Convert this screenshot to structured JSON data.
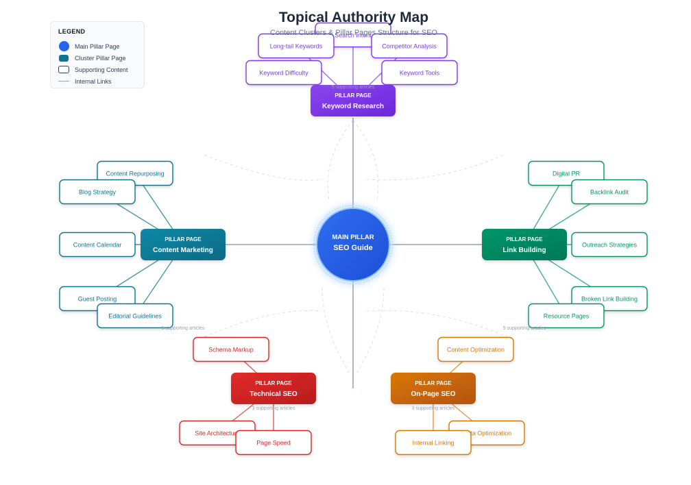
{
  "header": {
    "title": "Topical Authority Map",
    "subtitle": "Content Clusters & Pillar Pages Structure for SEO"
  },
  "legend": {
    "title": "LEGEND",
    "items": [
      "Main Pillar Page",
      "Cluster Pillar Page",
      "Supporting Content",
      "Internal Links"
    ]
  },
  "main_pillar": {
    "label": "MAIN PILLAR",
    "name": "SEO Guide",
    "color": "#2563eb"
  },
  "clusters": [
    {
      "id": "keyword-research",
      "label": "PILLAR PAGE",
      "name": "Keyword Research",
      "count_label": "5 supporting articles",
      "color": "#7c3aed",
      "supports": [
        "Search Intent",
        "Long-tail Keywords",
        "Competitor Analysis",
        "Keyword Difficulty",
        "Keyword Tools"
      ]
    },
    {
      "id": "content-marketing",
      "label": "PILLAR PAGE",
      "name": "Content Marketing",
      "count_label": "5 supporting articles",
      "color": "#0e7490",
      "supports": [
        "Content Repurposing",
        "Blog Strategy",
        "Content Calendar",
        "Guest Posting",
        "Editorial Guidelines"
      ]
    },
    {
      "id": "link-building",
      "label": "PILLAR PAGE",
      "name": "Link Building",
      "count_label": "5 supporting articles",
      "color": "#059669",
      "supports": [
        "Digital PR",
        "Backlink Audit",
        "Outreach Strategies",
        "Broken Link Building",
        "Resource Pages"
      ]
    },
    {
      "id": "technical-seo",
      "label": "PILLAR PAGE",
      "name": "Technical SEO",
      "count_label": "3 supporting articles",
      "color": "#dc2626",
      "supports": [
        "Schema Markup",
        "Site Architecture",
        "Page Speed"
      ]
    },
    {
      "id": "on-page-seo",
      "label": "PILLAR PAGE",
      "name": "On-Page SEO",
      "count_label": "3 supporting articles",
      "color": "#d97706",
      "supports": [
        "Content Optimization",
        "Meta Optimization",
        "Internal Linking"
      ]
    }
  ]
}
